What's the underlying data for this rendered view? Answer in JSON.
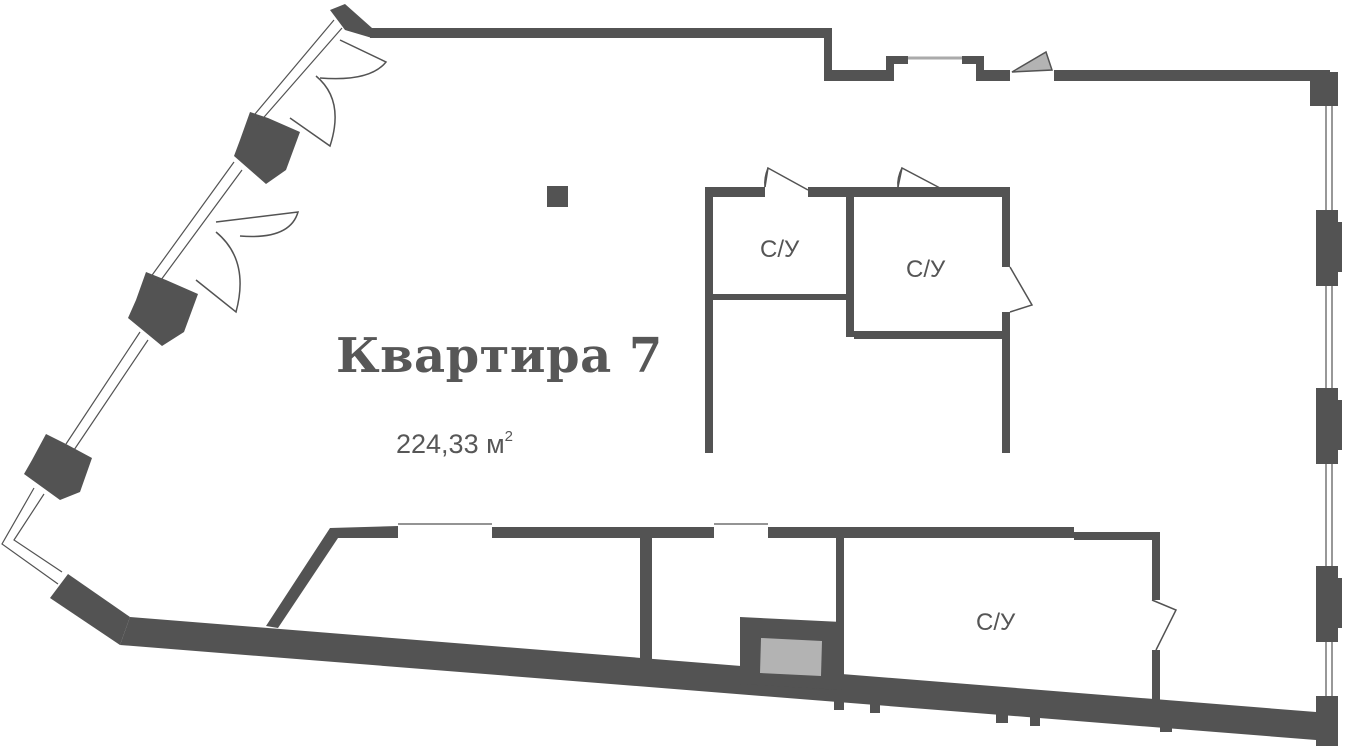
{
  "plan": {
    "title": "Квартира 7",
    "area_value": "224,33 м",
    "area_unit_sup": "2",
    "rooms": [
      {
        "label": "С/У",
        "id": "bathroom-1"
      },
      {
        "label": "С/У",
        "id": "bathroom-2"
      },
      {
        "label": "С/У",
        "id": "bathroom-3"
      }
    ],
    "colors": {
      "wall": "#535353",
      "fill_gray": "#b3b3b3",
      "text": "#575757",
      "background": "#ffffff"
    }
  }
}
